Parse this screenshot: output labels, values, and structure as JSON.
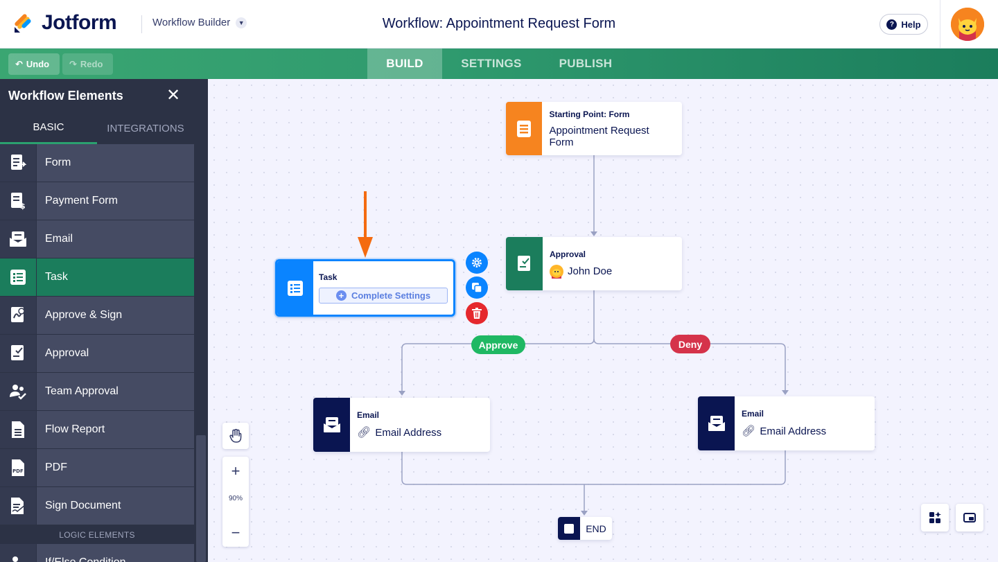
{
  "header": {
    "logo_text": "Jotform",
    "builder_label": "Workflow Builder",
    "title": "Workflow: Appointment Request Form",
    "help_label": "Help"
  },
  "toolbar": {
    "undo_label": "Undo",
    "redo_label": "Redo",
    "tabs": [
      {
        "label": "BUILD",
        "active": true
      },
      {
        "label": "SETTINGS",
        "active": false
      },
      {
        "label": "PUBLISH",
        "active": false
      }
    ]
  },
  "sidebar": {
    "title": "Workflow Elements",
    "tabs": [
      {
        "label": "BASIC",
        "active": true
      },
      {
        "label": "INTEGRATIONS",
        "active": false
      }
    ],
    "items": [
      {
        "label": "Form",
        "icon": "form-icon"
      },
      {
        "label": "Payment Form",
        "icon": "payment-form-icon"
      },
      {
        "label": "Email",
        "icon": "email-icon"
      },
      {
        "label": "Task",
        "icon": "task-icon",
        "active": true
      },
      {
        "label": "Approve & Sign",
        "icon": "approve-sign-icon"
      },
      {
        "label": "Approval",
        "icon": "approval-icon"
      },
      {
        "label": "Team Approval",
        "icon": "team-approval-icon"
      },
      {
        "label": "Flow Report",
        "icon": "flow-report-icon"
      },
      {
        "label": "PDF",
        "icon": "pdf-icon"
      },
      {
        "label": "Sign Document",
        "icon": "sign-document-icon"
      }
    ],
    "section_label": "LOGIC ELEMENTS",
    "partial_item_label": "If/Else Condition"
  },
  "canvas": {
    "start_node": {
      "type": "Starting Point: Form",
      "value": "Appointment Request Form"
    },
    "approval_node": {
      "type": "Approval",
      "value": "John Doe"
    },
    "task_node": {
      "type": "Task",
      "button_label": "Complete Settings"
    },
    "approve_label": "Approve",
    "deny_label": "Deny",
    "email_left": {
      "type": "Email",
      "value": "Email Address"
    },
    "email_right": {
      "type": "Email",
      "value": "Email Address"
    },
    "end_label": "END",
    "zoom_level": "90%"
  },
  "colors": {
    "form_orange": "#f6841f",
    "approval_green": "#1b7d5c",
    "task_blue": "#0a84ff",
    "email_navy": "#0a1551",
    "approve_green": "#1fb863",
    "deny_red": "#d5334a",
    "delete_red": "#e5282d",
    "arrow_orange": "#f46b10"
  }
}
